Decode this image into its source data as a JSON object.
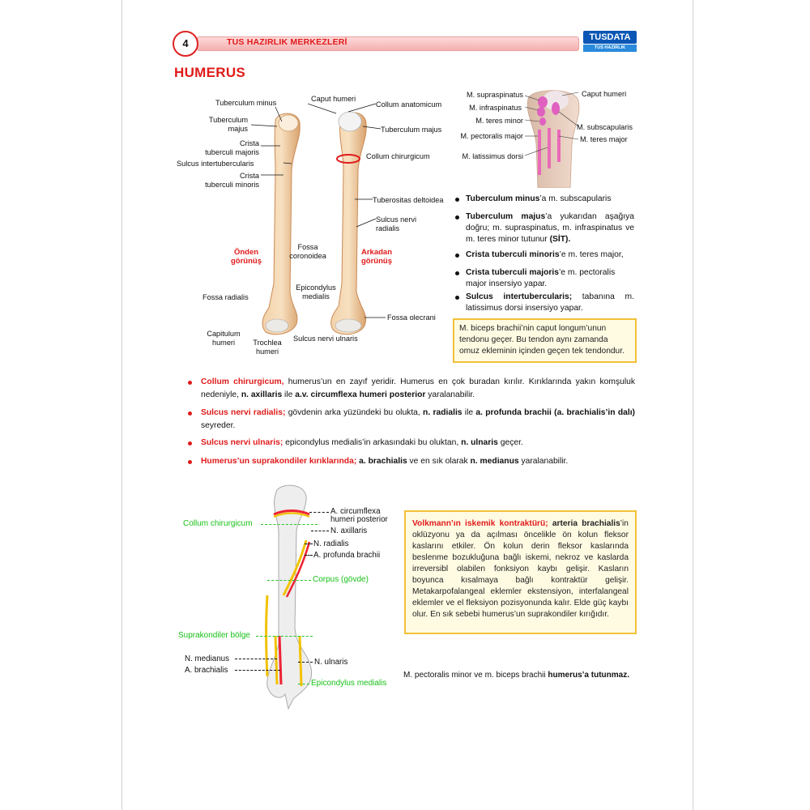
{
  "header": {
    "page_number": "4",
    "title": "TUS HAZIRLIK MERKEZLERİ",
    "logo_main": "TUSDATA",
    "logo_sub": "TUS HAZIRLIK MERKEZLERİ",
    "colors": {
      "accent": "#e01a1a",
      "bar": "#f3b0b0",
      "logo": "#0a56b5"
    }
  },
  "section_title": "HUMERUS",
  "figure1": {
    "front_labels": [
      "Tuberculum minus",
      "Tuberculum\nmajus",
      "Crista\ntuberculi majoris",
      "Sulcus intertubercularis",
      "Crista\ntuberculi minoris",
      "Fossa\ncoronoidea",
      "Fossa radialis",
      "Epicondylus\nmedialis",
      "Capitulum\nhumeri",
      "Trochlea\nhumeri"
    ],
    "back_labels": [
      "Caput humeri",
      "Collum anatomicum",
      "Tuberculum majus",
      "Collum chirurgicum",
      "Tuberositas deltoidea",
      "Sulcus nervi\nradialis",
      "Fossa olecrani",
      "Sulcus nervi ulnaris"
    ],
    "view_front": "Önden\ngörünüş",
    "view_back": "Arkadan\ngörünüş"
  },
  "figure2": {
    "labels_left": [
      "M. supraspinatus",
      "M. infraspinatus",
      "M. teres minor",
      "M. pectoralis major",
      "M. latissimus dorsi"
    ],
    "labels_right": [
      "Caput humeri",
      "M. subscapularis",
      "M. teres major"
    ]
  },
  "right_bullets": [
    {
      "bold": "Tuberculum minus",
      "text": "’a m. subscapularis"
    },
    {
      "bold": "Tuberculum majus",
      "text": "’a yukarıdan aşağıya doğru; m. supraspinatus, m. infraspinatus ve m. teres minor tutunur ",
      "bold2": "(SİT)."
    },
    {
      "bold": "Crista tuberculi minoris",
      "text": "’e m. teres major,"
    },
    {
      "bold": "Crista tuberculi majoris",
      "text": "’e m. pectoralis major insersiyo yapar."
    },
    {
      "bold": "Sulcus intertubercularis;",
      "text": " tabanına m. latissimus dorsi insersiyo yapar."
    }
  ],
  "note_box": "M. biceps brachii’nin caput longum’unun tendonu geçer. Bu tendon aynı zamanda omuz ekleminin içinden geçen tek tendondur.",
  "main_bullets": [
    {
      "red": "Collum chirurgicum,",
      "t1": " humerus’un en zayıf yeridir. Humerus en çok buradan kırılır. Kırıklarında yakın komşuluk nedeniyle, ",
      "b1": "n. axillaris",
      "t2": " ile ",
      "b2": "a.v. circumflexa humeri posterior",
      "t3": " yaralanabilir."
    },
    {
      "red": "Sulcus nervi radialis;",
      "t1": " gövdenin arka yüzündeki bu oluktа, ",
      "b1": "n. radialis",
      "t2": " ile ",
      "b2": "a. profunda brachii (a. brachialis’in dalı)",
      "t3": " seyreder."
    },
    {
      "red": "Sulcus nervi ulnaris;",
      "t1": " epicondylus medialis’in arkasındaki bu oluktan, ",
      "b1": "n. ulnaris",
      "t2": " geçer.",
      "b2": "",
      "t3": ""
    },
    {
      "red": "Humerus’un suprakondiler kırıklarında;",
      "t1": " ",
      "b1": "a. brachialis",
      "t2": " ve en sık olarak ",
      "b2": "n. medianus",
      "t3": " yaralanabilir."
    }
  ],
  "figure3": {
    "green_labels": [
      "Collum chirurgicum",
      "Corpus (gövde)",
      "Suprakondiler bölge",
      "Epicondylus medialis"
    ],
    "black_labels_right": [
      "A. circumflexa\nhumeri posterior",
      "N. axillaris",
      "N. radialis",
      "A. profunda brachii",
      "N. ulnaris"
    ],
    "black_labels_left": [
      "N. medianus",
      "A. brachialis"
    ]
  },
  "volkmann_box": {
    "red": "Volkmann’ın iskemik kontraktürü;",
    "bold": " arteria brachialis",
    "text": "’in oklüzyonu ya da açılması öncelikle ön kolun fleksor kaslarını etkiler. Ön kolun derin fleksor kaslarında beslenme bozukluğuna bağlı iskemi, nekroz ve kaslarda irreversibl olabilen fonksiyon kaybı gelişir. Kasların boyunca kısalmaya bağlı kontraktür gelişir. Metakarpofalangeal eklemler ekstensiyon, interfalangeal eklemler ve el fleksiyon pozisyonunda kalır. Elde güç kaybı olur. En sık sebebi humerus’un suprakondiler kırığıdır."
  },
  "footer_note": {
    "text": "M. pectoralis minor ve m. biceps brachii ",
    "bold": "humerus’a tutunmaz."
  }
}
